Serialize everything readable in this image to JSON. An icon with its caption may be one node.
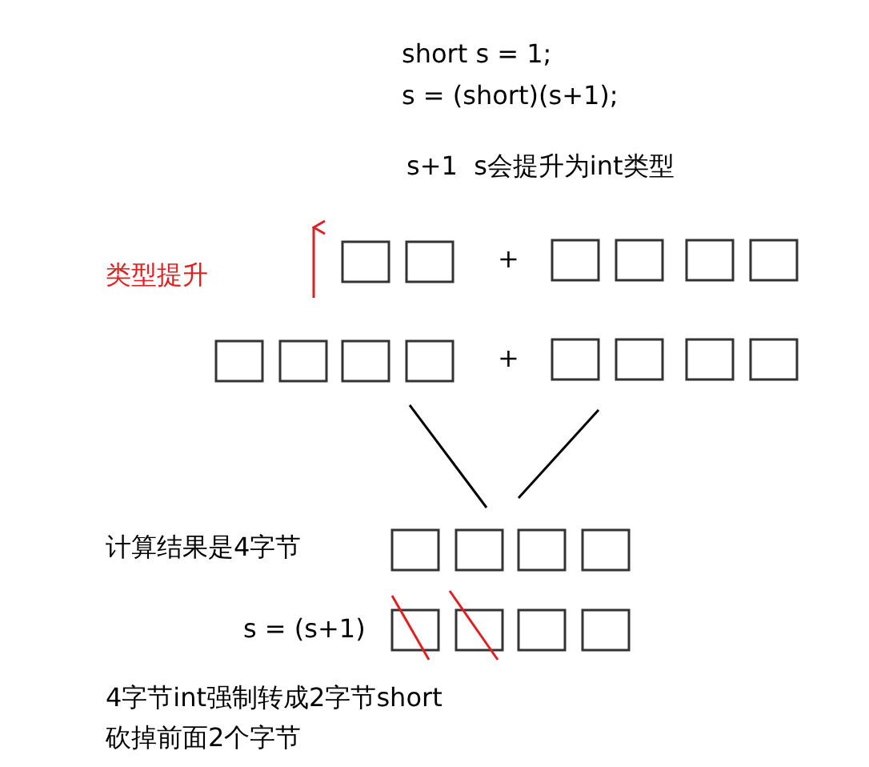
{
  "diagram": {
    "labels": [
      "short s = 1;",
      "s = (short)(s+1);",
      "s+1  s会提升为int类型",
      "类型提升",
      "+",
      "+",
      "计算结果是4字节",
      "s = (s+1)",
      "4字节int强制转成2字节short",
      "砍掉前面2个字节"
    ]
  }
}
